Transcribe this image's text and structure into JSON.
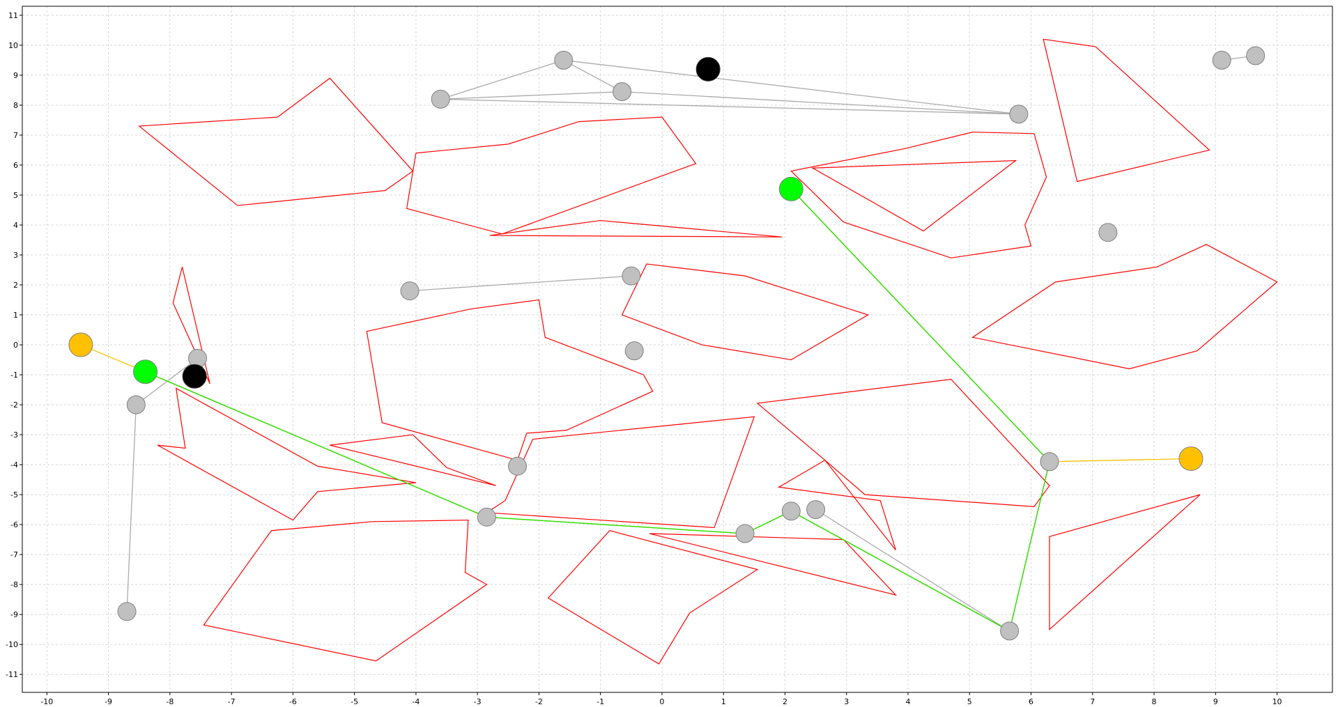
{
  "chart_data": {
    "type": "scatter",
    "title": "",
    "xlabel": "",
    "ylabel": "",
    "xlim": [
      -10.4,
      10.9
    ],
    "ylim": [
      -11.6,
      11.3
    ],
    "grid": true,
    "x_ticks": [
      -10,
      -9,
      -8,
      -7,
      -6,
      -5,
      -4,
      -3,
      -2,
      -1,
      0,
      1,
      2,
      3,
      4,
      5,
      6,
      7,
      8,
      9,
      10
    ],
    "y_ticks": [
      -11,
      -10,
      -9,
      -8,
      -7,
      -6,
      -5,
      -4,
      -3,
      -2,
      -1,
      0,
      1,
      2,
      3,
      4,
      5,
      6,
      7,
      8,
      9,
      10,
      11
    ],
    "colors": {
      "obstacle": "#ff0000",
      "graph_edge": "#aaaaaa",
      "path": "#33dd00",
      "connector": "#ffc000",
      "node_fill": "#c0c0c0",
      "node_stroke": "#808080",
      "start_goal_green": "#00ff00",
      "endpoint_yellow": "#ffc000",
      "black_node": "#000000"
    },
    "obstacles": [
      [
        [
          -8.5,
          7.3
        ],
        [
          -6.25,
          7.6
        ],
        [
          -5.4,
          8.9
        ],
        [
          -4.05,
          5.8
        ],
        [
          -4.5,
          5.15
        ],
        [
          -6.9,
          4.65
        ]
      ],
      [
        [
          -4.0,
          6.4
        ],
        [
          -2.5,
          6.7
        ],
        [
          -1.35,
          7.45
        ],
        [
          0.0,
          7.6
        ],
        [
          0.55,
          6.05
        ],
        [
          -2.6,
          3.7
        ],
        [
          -4.15,
          4.55
        ]
      ],
      [
        [
          -2.8,
          3.65
        ],
        [
          -1.0,
          4.15
        ],
        [
          1.95,
          3.6
        ]
      ],
      [
        [
          -7.8,
          2.6
        ],
        [
          -7.35,
          -1.3
        ],
        [
          -7.95,
          1.4
        ]
      ],
      [
        [
          -0.25,
          2.7
        ],
        [
          1.35,
          2.3
        ],
        [
          3.35,
          1.0
        ],
        [
          2.1,
          -0.5
        ],
        [
          0.65,
          0.0
        ],
        [
          -0.65,
          1.0
        ]
      ],
      [
        [
          -4.8,
          0.45
        ],
        [
          -3.1,
          1.2
        ],
        [
          -2.0,
          1.5
        ],
        [
          -1.9,
          0.25
        ],
        [
          -0.3,
          -1.0
        ],
        [
          -0.15,
          -1.55
        ],
        [
          -1.55,
          -2.85
        ],
        [
          -2.2,
          -2.95
        ],
        [
          -2.35,
          -3.85
        ],
        [
          -4.55,
          -2.6
        ]
      ],
      [
        [
          2.1,
          5.8
        ],
        [
          3.95,
          6.55
        ],
        [
          5.05,
          7.1
        ],
        [
          6.05,
          7.05
        ],
        [
          6.25,
          5.6
        ],
        [
          5.9,
          4.0
        ],
        [
          6.0,
          3.3
        ],
        [
          4.7,
          2.9
        ],
        [
          2.95,
          4.1
        ]
      ],
      [
        [
          2.45,
          5.9
        ],
        [
          5.75,
          6.15
        ],
        [
          4.25,
          3.8
        ]
      ],
      [
        [
          6.2,
          10.2
        ],
        [
          7.05,
          9.95
        ],
        [
          8.9,
          6.5
        ],
        [
          6.75,
          5.45
        ]
      ],
      [
        [
          5.05,
          0.25
        ],
        [
          6.4,
          2.1
        ],
        [
          8.05,
          2.6
        ],
        [
          8.85,
          3.35
        ],
        [
          10.0,
          2.1
        ],
        [
          8.7,
          -0.2
        ],
        [
          7.6,
          -0.8
        ]
      ],
      [
        [
          -7.9,
          -1.45
        ],
        [
          -5.6,
          -4.05
        ],
        [
          -4.0,
          -4.6
        ],
        [
          -5.6,
          -4.9
        ],
        [
          -6.0,
          -5.85
        ],
        [
          -8.2,
          -3.35
        ],
        [
          -7.75,
          -3.45
        ]
      ],
      [
        [
          -5.4,
          -3.35
        ],
        [
          -4.05,
          -3.0
        ],
        [
          -3.5,
          -4.1
        ],
        [
          -2.7,
          -4.7
        ]
      ],
      [
        [
          -2.85,
          -5.6
        ],
        [
          -2.55,
          -5.2
        ],
        [
          -2.1,
          -3.15
        ],
        [
          1.5,
          -2.4
        ],
        [
          0.85,
          -6.1
        ]
      ],
      [
        [
          1.55,
          -1.95
        ],
        [
          4.7,
          -1.15
        ],
        [
          6.3,
          -4.7
        ],
        [
          6.05,
          -5.4
        ],
        [
          3.3,
          -5.0
        ],
        [
          2.65,
          -3.85
        ]
      ],
      [
        [
          1.9,
          -4.75
        ],
        [
          2.65,
          -3.85
        ],
        [
          3.8,
          -6.85
        ],
        [
          3.55,
          -5.2
        ]
      ],
      [
        [
          -6.35,
          -6.2
        ],
        [
          -4.7,
          -5.9
        ],
        [
          -3.15,
          -5.85
        ],
        [
          -3.2,
          -7.6
        ],
        [
          -2.85,
          -8.0
        ],
        [
          -4.65,
          -10.55
        ],
        [
          -7.45,
          -9.35
        ]
      ],
      [
        [
          -1.85,
          -8.45
        ],
        [
          -0.85,
          -6.2
        ],
        [
          1.55,
          -7.5
        ],
        [
          0.45,
          -8.95
        ],
        [
          -0.05,
          -10.65
        ]
      ],
      [
        [
          -0.2,
          -6.3
        ],
        [
          2.95,
          -6.5
        ],
        [
          3.8,
          -8.35
        ]
      ],
      [
        [
          6.3,
          -6.4
        ],
        [
          8.75,
          -5.0
        ],
        [
          6.3,
          -9.5
        ]
      ]
    ],
    "edges_gray": [
      [
        [
          -1.6,
          9.5
        ],
        [
          -3.6,
          8.2
        ]
      ],
      [
        [
          -1.6,
          9.5
        ],
        [
          -0.65,
          8.45
        ]
      ],
      [
        [
          -1.6,
          9.5
        ],
        [
          5.8,
          7.7
        ]
      ],
      [
        [
          -3.6,
          8.2
        ],
        [
          -0.65,
          8.45
        ]
      ],
      [
        [
          -3.6,
          8.2
        ],
        [
          5.8,
          7.7
        ]
      ],
      [
        [
          -0.65,
          8.45
        ],
        [
          5.8,
          7.7
        ]
      ],
      [
        [
          9.1,
          9.5
        ],
        [
          9.65,
          9.65
        ]
      ],
      [
        [
          -4.1,
          1.8
        ],
        [
          -0.5,
          2.3
        ]
      ],
      [
        [
          -8.55,
          -2.0
        ],
        [
          -7.55,
          -0.45
        ]
      ],
      [
        [
          -8.55,
          -2.0
        ],
        [
          -8.7,
          -8.9
        ]
      ],
      [
        [
          2.5,
          -5.5
        ],
        [
          5.65,
          -9.55
        ]
      ]
    ],
    "path_green": [
      [
        2.1,
        5.2
      ],
      [
        6.3,
        -3.9
      ],
      [
        5.65,
        -9.55
      ],
      [
        2.1,
        -5.55
      ],
      [
        1.35,
        -6.3
      ],
      [
        -2.85,
        -5.75
      ],
      [
        -8.4,
        -0.9
      ]
    ],
    "connectors_yellow": [
      [
        [
          -9.45,
          0.0
        ],
        [
          -8.4,
          -0.9
        ]
      ],
      [
        [
          6.3,
          -3.9
        ],
        [
          8.6,
          -3.8
        ]
      ]
    ],
    "nodes_gray": [
      [
        -1.6,
        9.5
      ],
      [
        -3.6,
        8.2
      ],
      [
        -0.65,
        8.45
      ],
      [
        5.8,
        7.7
      ],
      [
        9.1,
        9.5
      ],
      [
        9.65,
        9.65
      ],
      [
        7.25,
        3.75
      ],
      [
        -4.1,
        1.8
      ],
      [
        -0.5,
        2.3
      ],
      [
        -0.45,
        -0.2
      ],
      [
        -7.55,
        -0.45
      ],
      [
        -8.55,
        -2.0
      ],
      [
        -2.35,
        -4.05
      ],
      [
        -2.85,
        -5.75
      ],
      [
        1.35,
        -6.3
      ],
      [
        2.1,
        -5.55
      ],
      [
        2.5,
        -5.5
      ],
      [
        5.65,
        -9.55
      ],
      [
        6.3,
        -3.9
      ],
      [
        -8.7,
        -8.9
      ]
    ],
    "nodes_green": [
      [
        2.1,
        5.2
      ],
      [
        -8.4,
        -0.9
      ]
    ],
    "nodes_yellow": [
      [
        -9.45,
        0.0
      ],
      [
        8.6,
        -3.8
      ]
    ],
    "nodes_black": [
      [
        0.75,
        9.2
      ],
      [
        -7.6,
        -1.05
      ]
    ]
  }
}
